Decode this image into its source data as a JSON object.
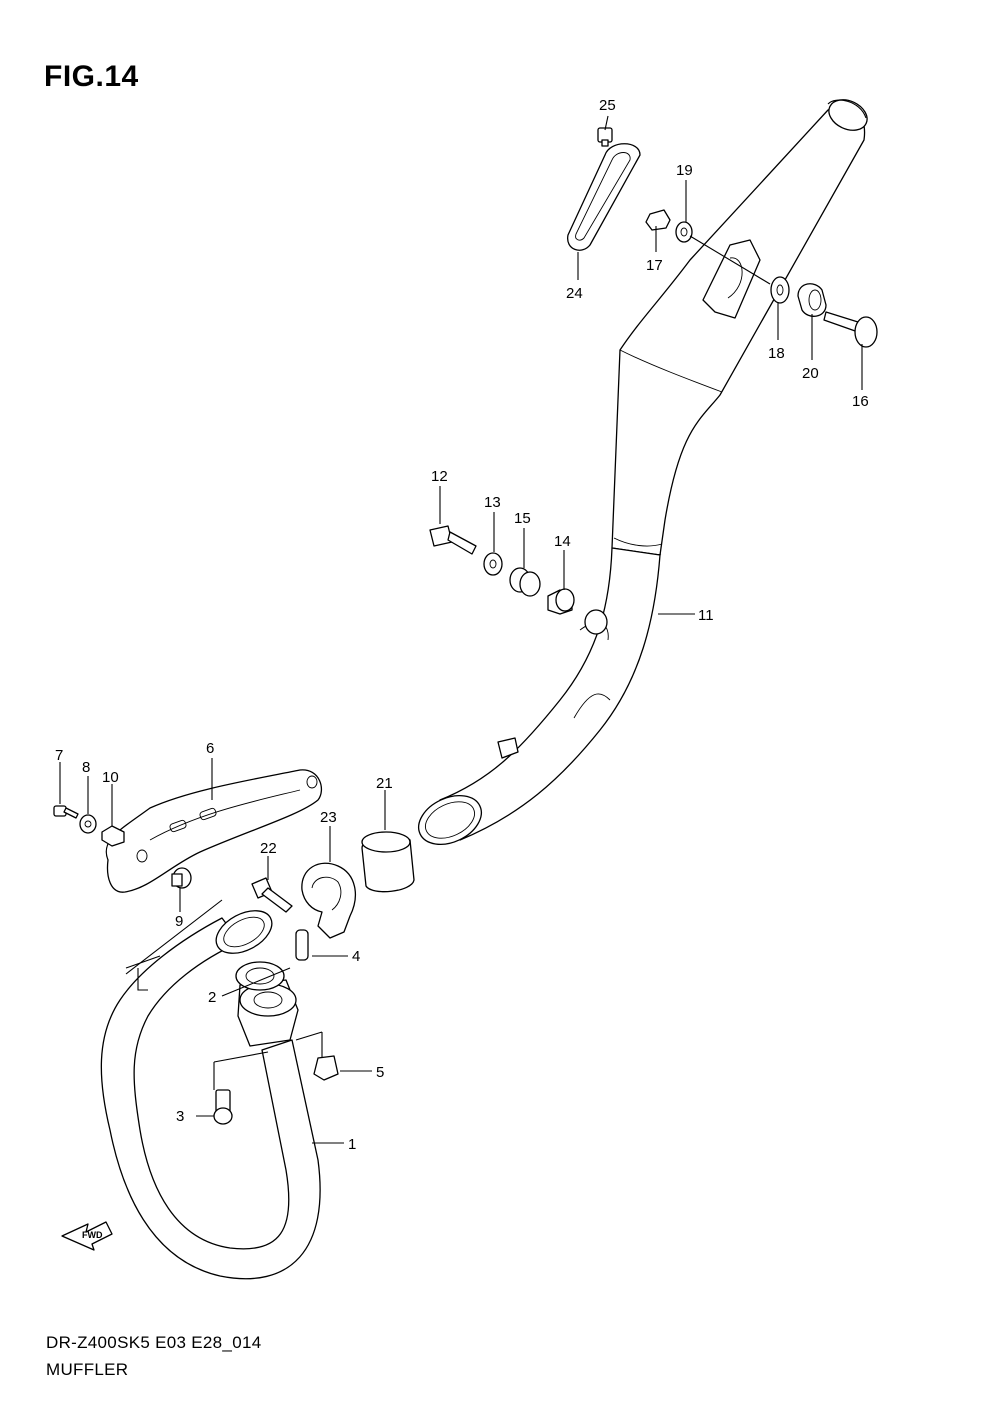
{
  "figure": {
    "title": "FIG.14",
    "model_code": "DR-Z400SK5 E03 E28_014",
    "section_name": "MUFFLER",
    "fwd_label": "FWD"
  },
  "callouts": [
    {
      "number": "1",
      "part": "exhaust-pipe"
    },
    {
      "number": "2",
      "part": "exhaust-gasket"
    },
    {
      "number": "3",
      "part": "bolt"
    },
    {
      "number": "4",
      "part": "stud"
    },
    {
      "number": "5",
      "part": "nut"
    },
    {
      "number": "6",
      "part": "heat-protector"
    },
    {
      "number": "7",
      "part": "screw"
    },
    {
      "number": "8",
      "part": "washer"
    },
    {
      "number": "9",
      "part": "bolt"
    },
    {
      "number": "10",
      "part": "cushion"
    },
    {
      "number": "11",
      "part": "muffler"
    },
    {
      "number": "12",
      "part": "bolt"
    },
    {
      "number": "13",
      "part": "washer"
    },
    {
      "number": "14",
      "part": "collar"
    },
    {
      "number": "15",
      "part": "cushion"
    },
    {
      "number": "16",
      "part": "bolt"
    },
    {
      "number": "17",
      "part": "nut"
    },
    {
      "number": "18",
      "part": "washer"
    },
    {
      "number": "19",
      "part": "washer"
    },
    {
      "number": "20",
      "part": "cushion"
    },
    {
      "number": "21",
      "part": "connector"
    },
    {
      "number": "22",
      "part": "bolt"
    },
    {
      "number": "23",
      "part": "clamp"
    },
    {
      "number": "24",
      "part": "bracket"
    },
    {
      "number": "25",
      "part": "screw"
    }
  ]
}
